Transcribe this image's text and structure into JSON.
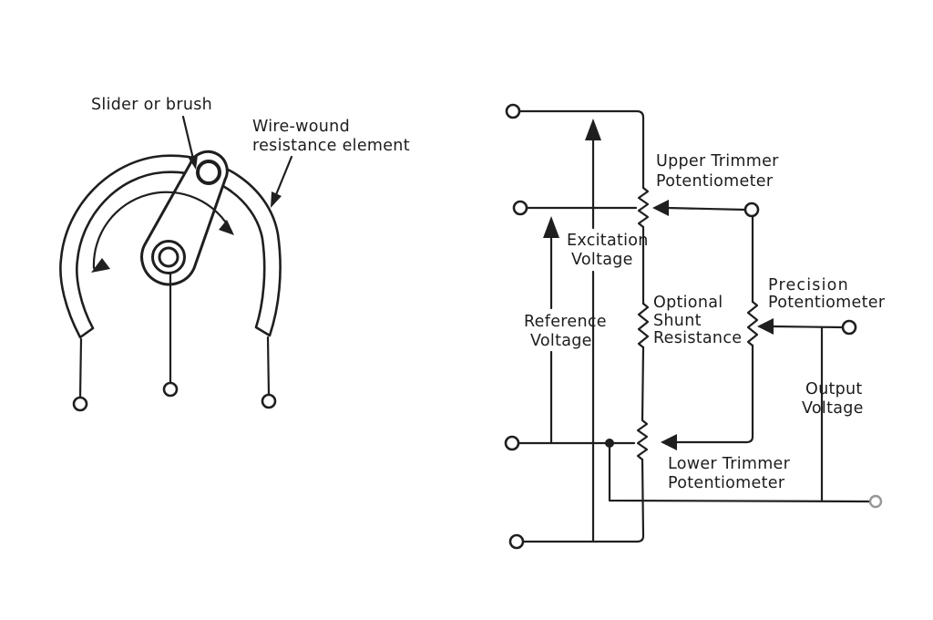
{
  "page": {
    "background_color": "#ffffff",
    "ink_color": "#1f1f1f",
    "muted_terminal_color": "#979797"
  },
  "rotary_diagram": {
    "labels": {
      "slider": "Slider or brush",
      "element": {
        "line1": "Wire-wound",
        "line2": "resistance element"
      }
    }
  },
  "schematic": {
    "labels": {
      "upper_trimmer": {
        "line1": "Upper Trimmer",
        "line2": "Potentiometer"
      },
      "excitation": {
        "line1": "Excitation",
        "line2": "Voltage"
      },
      "reference": {
        "line1": "Reference",
        "line2": "Voltage"
      },
      "shunt": {
        "line1": "Optional",
        "line2": "Shunt",
        "line3": "Resistance"
      },
      "precision": {
        "line1": "Precision",
        "line2": "Potentiometer"
      },
      "output": {
        "line1": "Output",
        "line2": "Voltage"
      },
      "lower_trimmer": {
        "line1": "Lower Trimmer",
        "line2": "Potentiometer"
      }
    }
  }
}
